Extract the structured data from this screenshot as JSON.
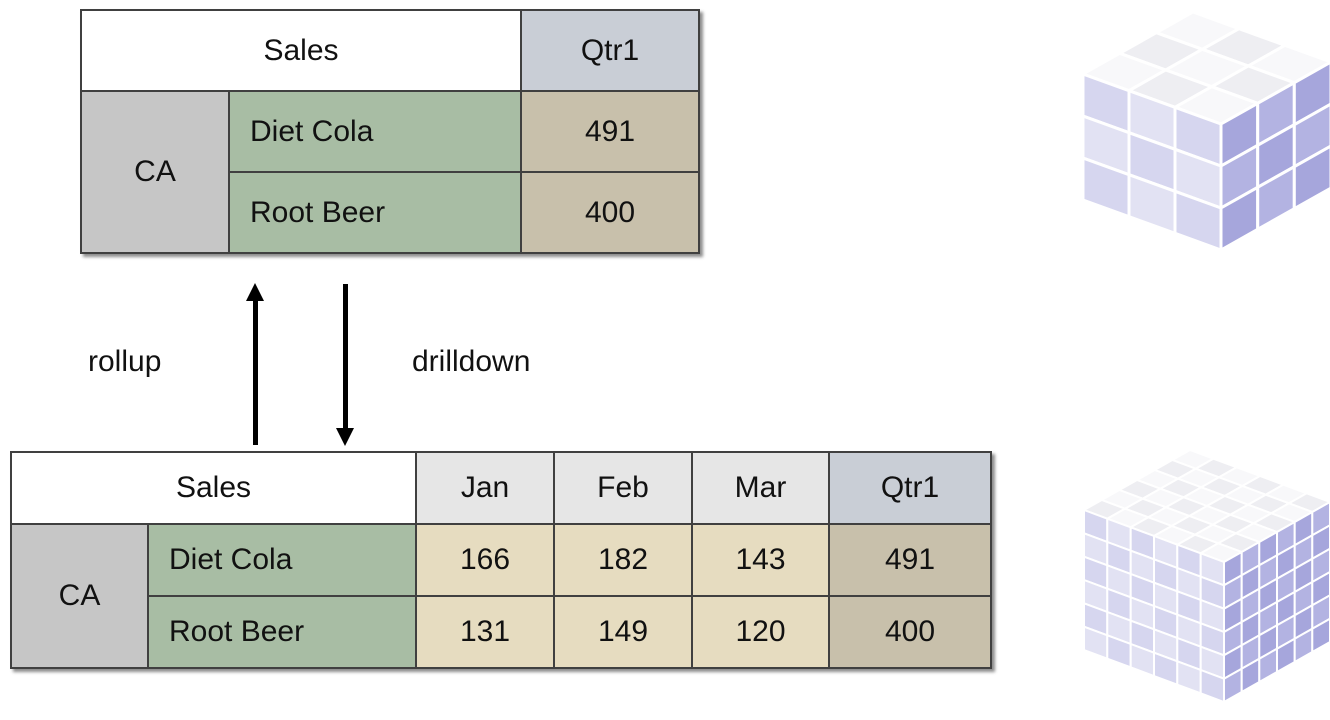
{
  "top_table": {
    "header": {
      "corner": "Sales",
      "period": "Qtr1"
    },
    "region": "CA",
    "rows": [
      {
        "product": "Diet Cola",
        "qtr1": "491"
      },
      {
        "product": "Root Beer",
        "qtr1": "400"
      }
    ]
  },
  "operations": {
    "rollup": "rollup",
    "drilldown": "drilldown"
  },
  "bottom_table": {
    "header": {
      "corner": "Sales",
      "months": [
        "Jan",
        "Feb",
        "Mar"
      ],
      "total": "Qtr1"
    },
    "region": "CA",
    "rows": [
      {
        "product": "Diet Cola",
        "values": [
          "166",
          "182",
          "143"
        ],
        "qtr1": "491"
      },
      {
        "product": "Root Beer",
        "values": [
          "131",
          "149",
          "120"
        ],
        "qtr1": "400"
      }
    ]
  },
  "cubes": {
    "small_grid": 3,
    "large_grid": 6
  },
  "colors": {
    "header_total": "#c9ced6",
    "header_month": "#e6e6e6",
    "region": "#c6c6c6",
    "product": "#a8bda4",
    "value": "#e6dcc0",
    "total": "#c8c0ab",
    "cube_top": "#f6f6f8",
    "cube_side": "#b5b5e3"
  }
}
